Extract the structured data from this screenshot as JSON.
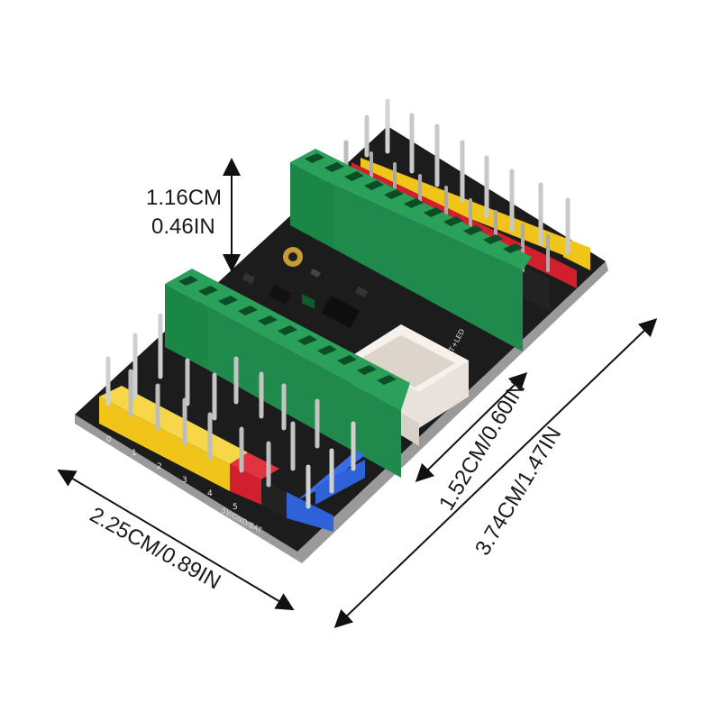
{
  "product": {
    "name": "servo expansion board",
    "colors": {
      "pcb": "#1c1c1c",
      "header": "#1f8a4c",
      "signal_pins": "#f0c419",
      "power_pins": "#d11f2e",
      "ground_pins": "#222222",
      "dedicated_pins": "#2f62d8",
      "connector": "#f0ebe6"
    }
  },
  "dimensions": {
    "height_cm": "1.16CM",
    "height_in": "0.46IN",
    "width_label": "1.52CM/0.60IN",
    "length_label": "3.74CM/1.47IN",
    "depth_label": "2.25CM/0.89IN"
  },
  "board_labels": {
    "pin_numbers": [
      "0",
      "1",
      "2",
      "3",
      "4",
      "5"
    ],
    "silk_bottom": "5V/GND/BAT",
    "silk_side": "BAT+LED"
  }
}
